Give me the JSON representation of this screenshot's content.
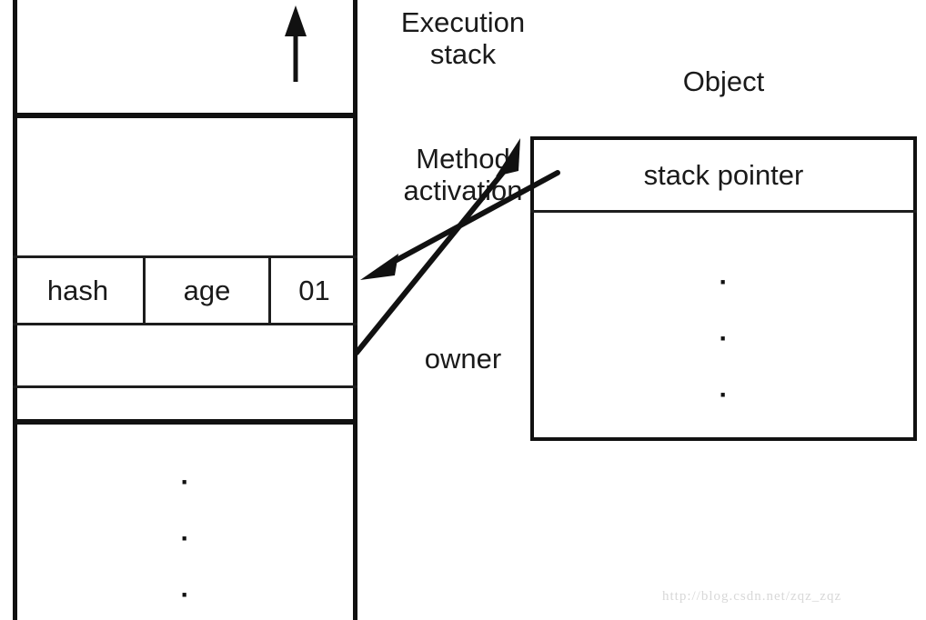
{
  "diagram": {
    "title": "Execution stack and Object reference diagram",
    "stack": {
      "header_label": "Execution\nstack",
      "header_line1": "Execution",
      "header_line2": "stack",
      "up_arrow_icon": "up-arrow-icon",
      "frame_label_line1": "Method",
      "frame_label_line2": "activation",
      "fields": [
        {
          "label": "hash"
        },
        {
          "label": "age"
        },
        {
          "label": "01"
        }
      ],
      "owner_label": "owner",
      "ellipsis": [
        "·",
        "·",
        "·"
      ]
    },
    "object": {
      "title": "Object",
      "stack_pointer_label": "stack pointer",
      "ellipsis": [
        "·",
        "·",
        "·"
      ]
    },
    "arrows": [
      {
        "name": "object-to-stack-arrow",
        "from": "object stack pointer field",
        "to": "stack 01 field"
      },
      {
        "name": "stack-to-object-arrow",
        "from": "stack owner field",
        "to": "object box top-left"
      }
    ],
    "colors": {
      "stroke": "#111111",
      "thin_stroke": "#1d1d1d",
      "text": "#1a1a1a",
      "background": "#ffffff",
      "watermark": "#d8d8d8"
    }
  },
  "watermark": {
    "text": "http://blog.csdn.net/zqz_zqz"
  }
}
